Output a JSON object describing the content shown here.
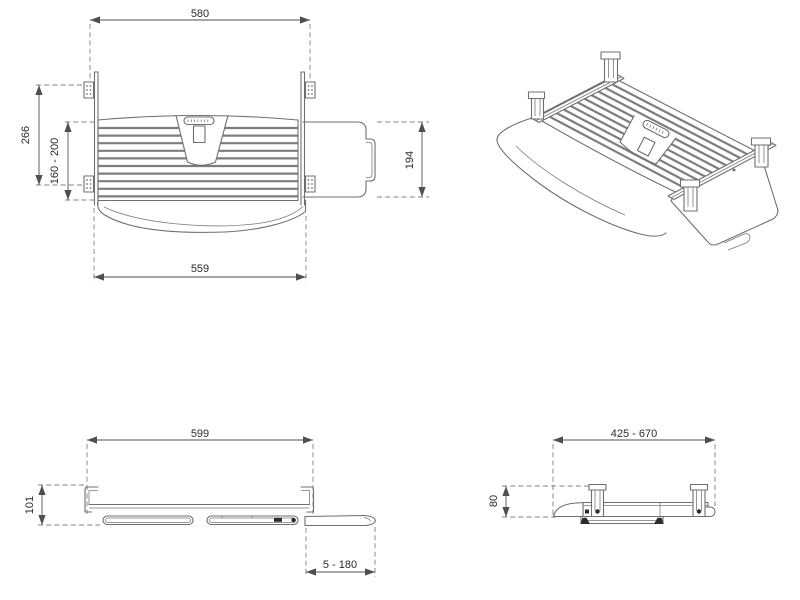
{
  "colors": {
    "background": "#ffffff",
    "drawing_line": "#6f6f6f",
    "dimension_line": "#4f4f4f",
    "label_text": "#2a2a33"
  },
  "front_view": {
    "overall_width": "580",
    "mount_height": "266",
    "height_range": "160 - 200",
    "tray_width": "559",
    "mouse_platform_depth": "194"
  },
  "underside_view": {
    "overall_width": "599",
    "profile_height": "101",
    "slide_range": "5 - 180"
  },
  "side_view": {
    "depth_range": "425 - 670",
    "profile_height": "80"
  }
}
